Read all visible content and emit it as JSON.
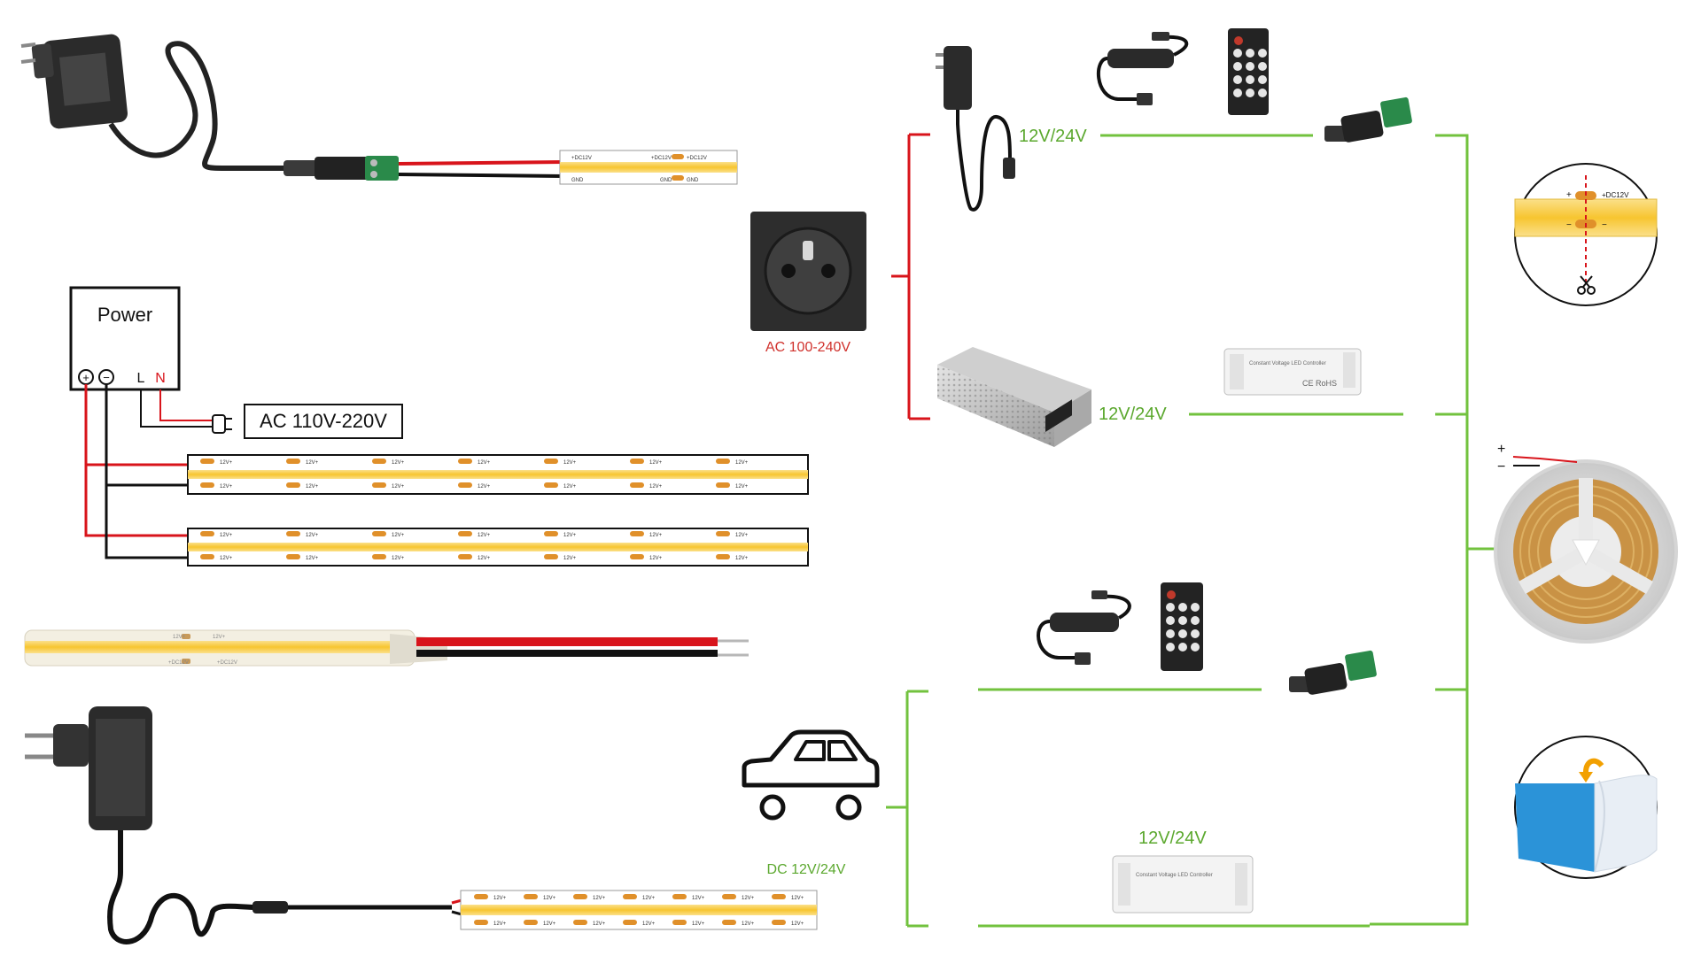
{
  "colors": {
    "red_wire": "#d8141b",
    "green_wire": "#72c23e",
    "label_green": "#5ba82e",
    "label_red": "#d0302b",
    "strip_yellow": "#f7c530",
    "strip_orange": "#e0902a"
  },
  "power_box": {
    "title": "Power",
    "plus": "+",
    "minus": "−",
    "l": "L",
    "n": "N"
  },
  "ac_box": {
    "label": "AC 110V-220V"
  },
  "socket": {
    "label": "AC 100-240V"
  },
  "car": {
    "label": "DC 12V/24V"
  },
  "voltage_labels": {
    "adapter": "12V/24V",
    "psu": "12V/24V",
    "car_controller": "12V/24V"
  },
  "strip_marks": {
    "v12": "12V+",
    "dc": "+DC12V",
    "gnd": "GND"
  },
  "cut_detail": {
    "plus": "+",
    "minus": "−",
    "dc": "+DC12V"
  },
  "reel": {
    "plus": "+",
    "minus": "−"
  },
  "icons": [
    "eu-adapter-icon",
    "us-adapter-icon",
    "wall-socket-icon",
    "car-icon",
    "psu-icon",
    "controller-icon",
    "remote-icon",
    "dc-connector-icon",
    "reel-icon",
    "scissors-icon",
    "tape-icon"
  ]
}
